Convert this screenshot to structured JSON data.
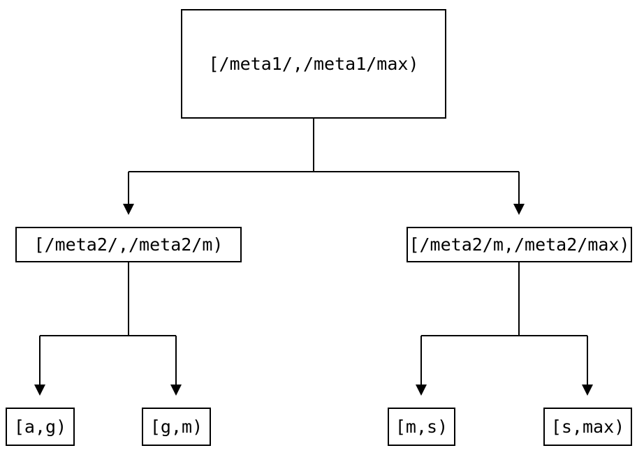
{
  "diagram": {
    "kind": "range-partition-tree",
    "background_color": "#ffffff",
    "line_color": "#000000",
    "text_color": "#000000",
    "nodes": [
      {
        "id": "root",
        "label": "[/meta1/,/meta1/max)"
      },
      {
        "id": "mid-left",
        "label": "[/meta2/,/meta2/m)"
      },
      {
        "id": "mid-right",
        "label": "[/meta2/m,/meta2/max)"
      },
      {
        "id": "leaf-ag",
        "label": "[a,g)"
      },
      {
        "id": "leaf-gm",
        "label": "[g,m)"
      },
      {
        "id": "leaf-ms",
        "label": "[m,s)"
      },
      {
        "id": "leaf-smax",
        "label": "[s,max)"
      }
    ],
    "edges": [
      {
        "from": "root",
        "to": "mid-left"
      },
      {
        "from": "root",
        "to": "mid-right"
      },
      {
        "from": "mid-left",
        "to": "leaf-ag"
      },
      {
        "from": "mid-left",
        "to": "leaf-gm"
      },
      {
        "from": "mid-right",
        "to": "leaf-ms"
      },
      {
        "from": "mid-right",
        "to": "leaf-smax"
      }
    ]
  }
}
